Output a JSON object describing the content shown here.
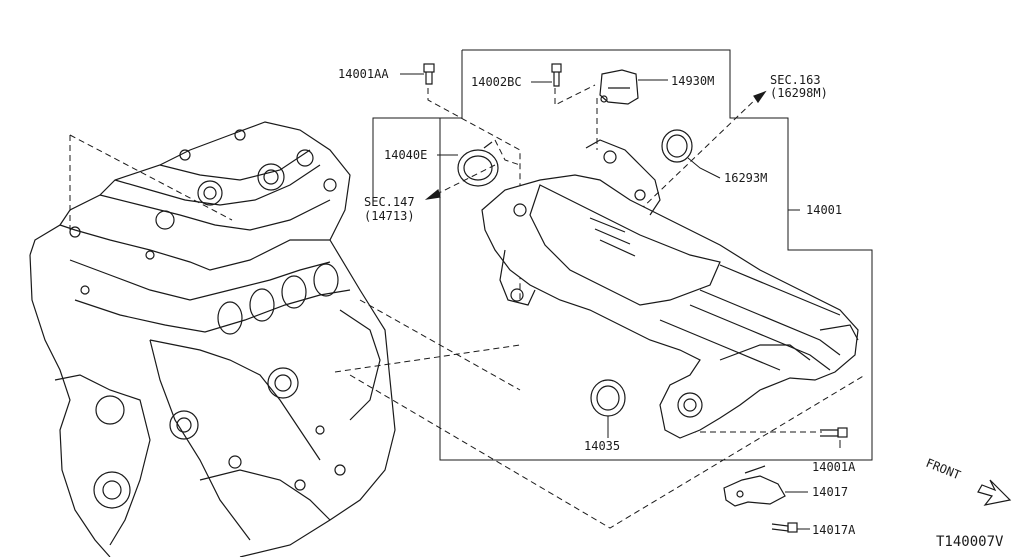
{
  "labels": {
    "p14001AA": "14001AA",
    "p14002BC": "14002BC",
    "p14930M": "14930M",
    "sec163": "SEC.163",
    "sec163sub": "(16298M)",
    "p14040E": "14040E",
    "sec147": "SEC.147",
    "sec147sub": "(14713)",
    "p16293M": "16293M",
    "p14001": "14001",
    "p14035": "14035",
    "p14001A": "14001A",
    "p14017": "14017",
    "p14017A": "14017A",
    "front": "FRONT",
    "figure_code": "T140007V"
  }
}
